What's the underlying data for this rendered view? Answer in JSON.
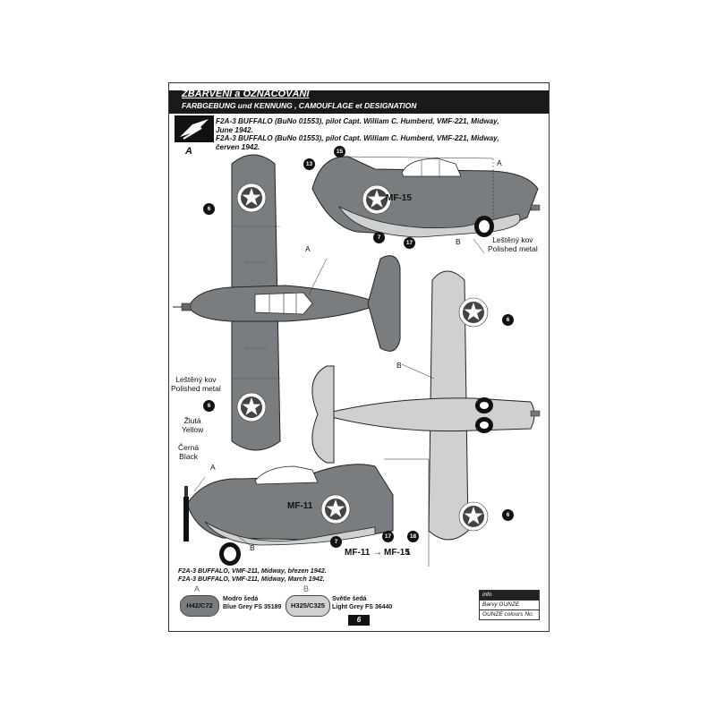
{
  "header": {
    "title_cz": "ZBARVENÍ a OZNAČOVÁNÍ",
    "title_rest": "FARBGEBUNG und KENNUNG   ,   CAMOUFLAGE et DESIGNATION",
    "scheme_letter": "A"
  },
  "scheme": {
    "line1": "F2A-3 BUFFALO (BuNo 01553), pilot Capt. William C. Humberd, VMF-221, Midway,",
    "line2": "June 1942.",
    "line3": "F2A-3 BUFFALO (BuNo 01553), pilot Capt. William C. Humberd, VMF-221, Midway,",
    "line4": "červen 1942."
  },
  "labels": {
    "polished_cz": "Leštěný kov",
    "polished_en": "Polished metal",
    "polished2_cz": "Leštěný kov",
    "polished2_en": "Polished metal",
    "yellow_cz": "Žlutá",
    "yellow_en": "Yellow",
    "black_cz": "Černá",
    "black_en": "Black",
    "a_top": "A",
    "b_top": "B",
    "a_plan": "A",
    "b_plan": "B",
    "a_lower": "A",
    "b_lower": "B"
  },
  "markings": {
    "code_top": "MF-15",
    "code_lower": "MF-11",
    "decal_1": "MF-11",
    "decal_arrow": "→",
    "decal_2": "MF-15",
    "decal_3": "1"
  },
  "callouts": [
    "6",
    "13",
    "15",
    "7",
    "17",
    "6",
    "6",
    "6",
    "7",
    "17",
    "18"
  ],
  "caption": {
    "line1": "F2A-3 BUFFALO, VMF-211, Midway, březen 1942.",
    "line2": "F2A-3 BUFFALO, VMF-211, Midway, March 1942."
  },
  "colors": {
    "blue_grey": "#7a7d7f",
    "light_grey": "#cfd0d0",
    "swatch_a": {
      "letter": "A",
      "code": "H42/C72",
      "name_cz": "Modro šedá",
      "name_en": "Blue Grey FS 35189"
    },
    "swatch_b": {
      "letter": "B",
      "code": "H325/C325",
      "name_cz": "Světle šedá",
      "name_en": "Light Grey FS 36440"
    }
  },
  "info": {
    "head": "info",
    "row1": "Barvy GUNZE",
    "row2": "GUNZE colours No."
  },
  "page_number": "6"
}
